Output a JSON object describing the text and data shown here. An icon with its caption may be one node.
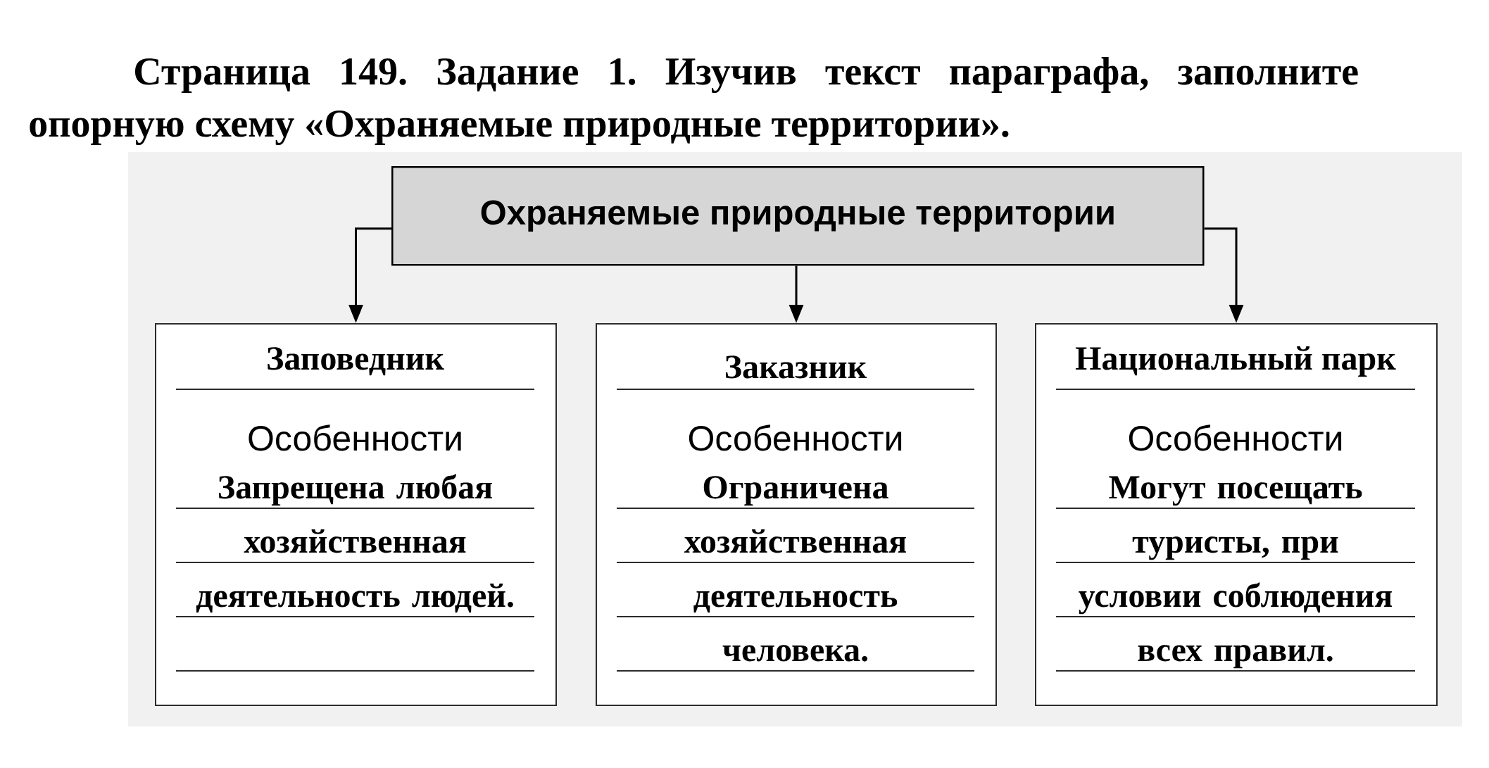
{
  "diagram": {
    "title": "Страница 149. Задание 1. Изучив текст параграфа, заполните опорную схему «Охраняемые природные территории».",
    "nodes": [
      {
        "text": [
          "Охраняемые природные территории"
        ]
      },
      {
        "text": [
          "Заповедник",
          "Особенности",
          "Запрещена любая хозяйственная деятельность людей."
        ]
      },
      {
        "text": [
          "Заказник",
          "Особенности",
          "Ограничена хозяйственная деятельность человека."
        ]
      },
      {
        "text": [
          "Национальный парк",
          "Особенности",
          "Могут посещать туристы, при условии соблюдения всех правил."
        ]
      }
    ],
    "edges": [
      {
        "from": 0,
        "to": 1,
        "arrow": "to"
      },
      {
        "from": 0,
        "to": 2,
        "arrow": "to"
      },
      {
        "from": 0,
        "to": 3,
        "arrow": "to"
      }
    ]
  }
}
